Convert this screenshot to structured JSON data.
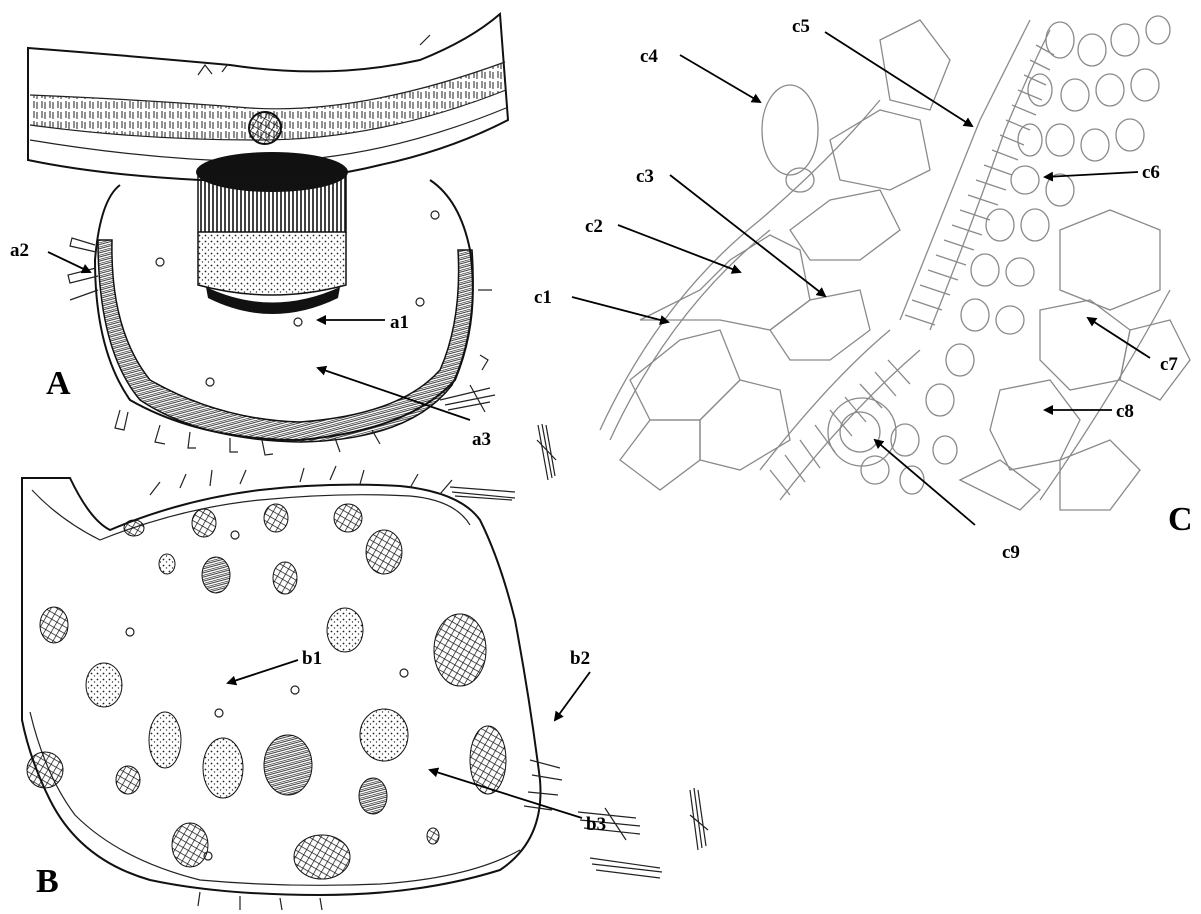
{
  "panels": {
    "A": "A",
    "B": "B",
    "C": "C"
  },
  "labels": {
    "a1": "a1",
    "a2": "a2",
    "a3": "a3",
    "b1": "b1",
    "b2": "b2",
    "b3": "b3",
    "c1": "c1",
    "c2": "c2",
    "c3": "c3",
    "c4": "c4",
    "c5": "c5",
    "c6": "c6",
    "c7": "c7",
    "c8": "c8",
    "c9": "c9"
  },
  "colors": {
    "ink": "#111111",
    "cell_outline": "#8a8a8a",
    "background": "#ffffff"
  }
}
